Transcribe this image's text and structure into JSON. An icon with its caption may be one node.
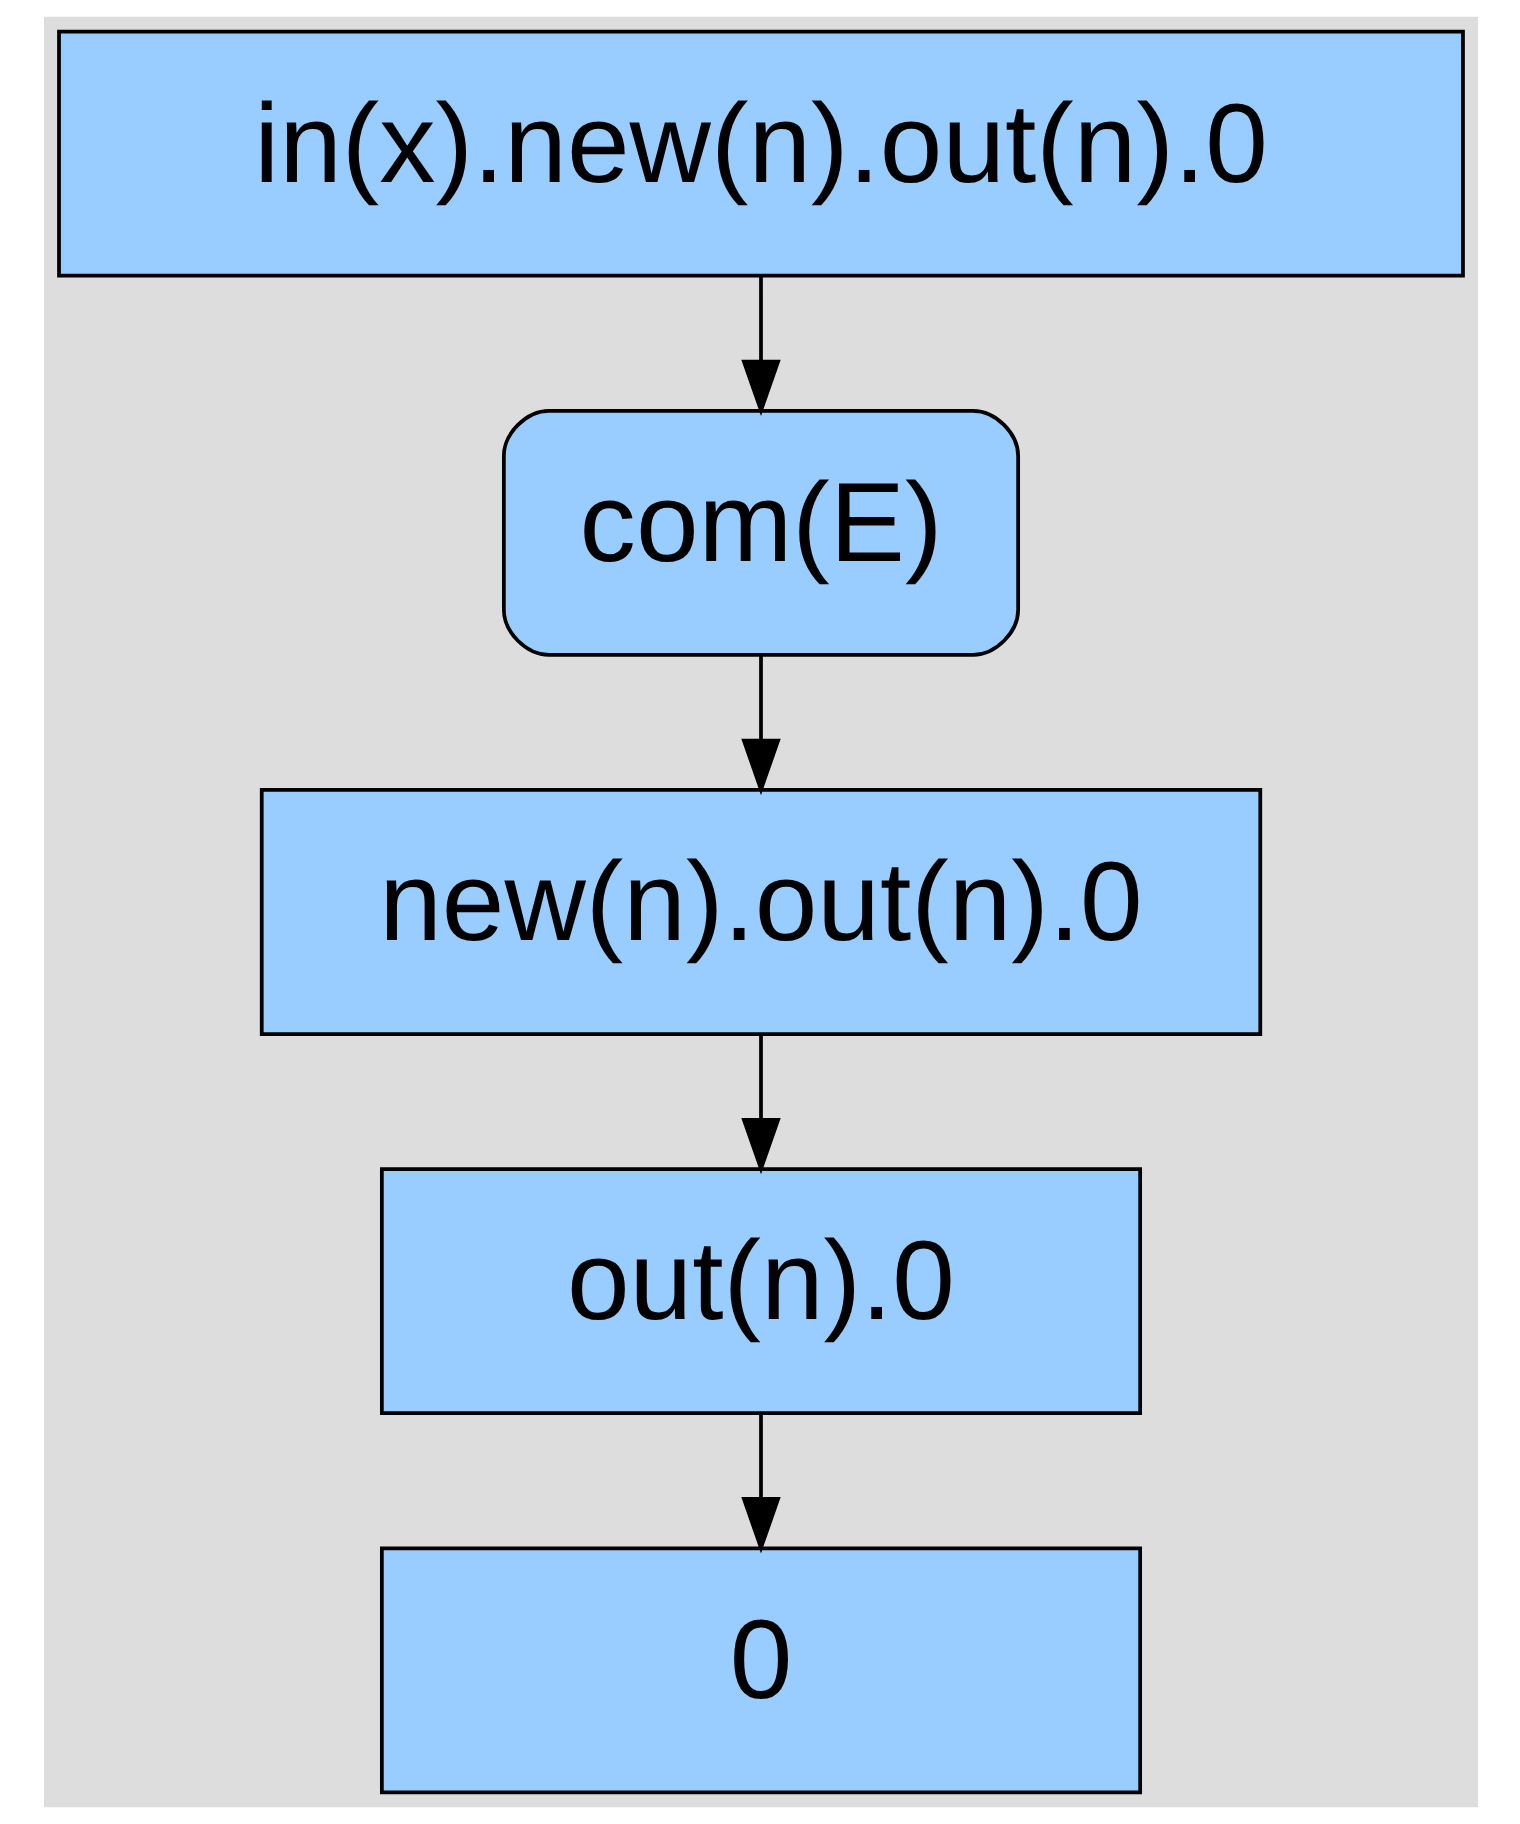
{
  "diagram": {
    "nodes": [
      {
        "text": [
          "in(x).new(n).out(n).0"
        ]
      },
      {
        "text": [
          "com(E)"
        ]
      },
      {
        "text": [
          "new(n).out(n).0"
        ]
      },
      {
        "text": [
          "out(n).0"
        ]
      },
      {
        "text": [
          "0"
        ]
      }
    ],
    "edges": [
      {
        "from": 0,
        "to": 1,
        "arrow": "to"
      },
      {
        "from": 1,
        "to": 2,
        "arrow": "to"
      },
      {
        "from": 2,
        "to": 3,
        "arrow": "to"
      },
      {
        "from": 3,
        "to": 4,
        "arrow": "to"
      }
    ]
  }
}
